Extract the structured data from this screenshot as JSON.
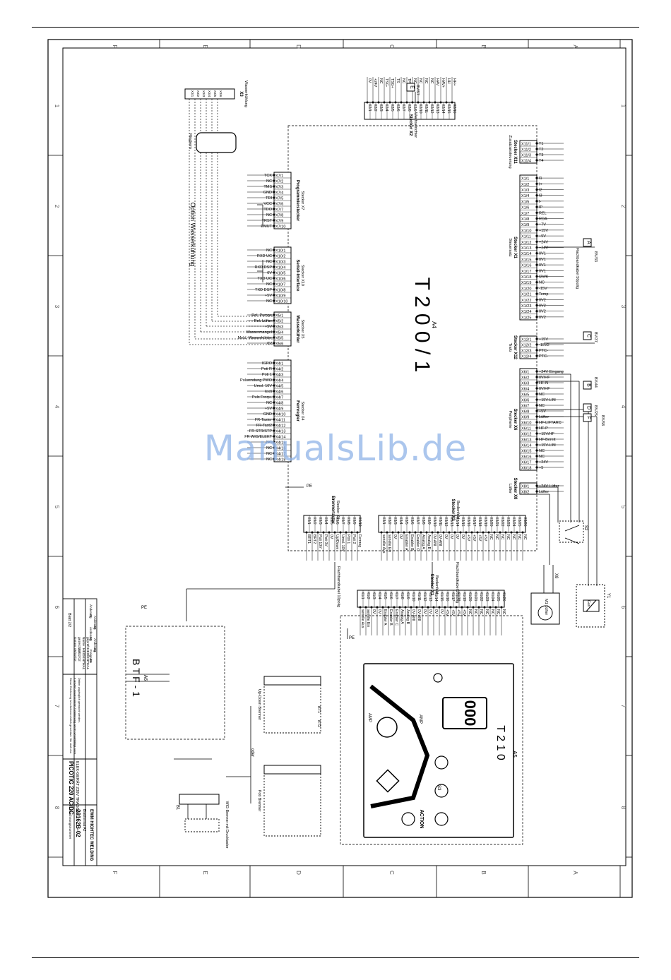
{
  "watermark": "ManualsLib.de",
  "border": {
    "letters": [
      "F",
      "E",
      "D",
      "C",
      "B",
      "A"
    ],
    "numbers": [
      "1",
      "2",
      "3",
      "4",
      "5",
      "6",
      "7",
      "8"
    ]
  },
  "units": {
    "a4": {
      "id": "A4",
      "name": "T 2 0 0 / 1"
    },
    "a5": {
      "id": "A5",
      "name": "T 2 1 0"
    },
    "a6": {
      "id": "A6",
      "name": "B T F - 1"
    }
  },
  "connectors": {
    "x1": {
      "title": "Stecker X1",
      "sub": "Steuersatz",
      "pins": [
        "X1/1",
        "X1/2",
        "X1/3",
        "X1/4",
        "X1/5",
        "X1/6",
        "X1/7",
        "X1/8",
        "X1/9",
        "X1/10",
        "X1/11",
        "X1/12",
        "X1/13",
        "X1/14",
        "X1/15",
        "X1/16",
        "X1/17",
        "X1/18",
        "X1/19",
        "X1/20",
        "X1/21",
        "X1/22",
        "X1/23",
        "X1/24",
        "X1/25"
      ],
      "signals": [
        "I1",
        "I+",
        "I2",
        "I3",
        "I-",
        "IP",
        "REL",
        "RDA",
        "+7V",
        "+15V",
        "+5V",
        "+24V",
        "+24V",
        "0V1",
        "0V1",
        "0V1",
        "0V1",
        "I2WK",
        "NC",
        "-15V",
        "Temp",
        "0V2",
        "0V2",
        "0V2",
        "0V2"
      ]
    },
    "x11": {
      "title": "Stecker X11",
      "sub": "Zusatzansteuerung",
      "pins": [
        "X11/1",
        "X11/2",
        "X11/3",
        "X11/4"
      ],
      "signals": [
        "T1",
        "T2",
        "T3",
        "T4"
      ]
    },
    "x12": {
      "title": "Stecker X12",
      "sub": "Trafo",
      "pins": [
        "X12/1",
        "X12/2",
        "X12/3",
        "X12/4"
      ],
      "signals": [
        "+15V",
        "-15V2",
        "PTC-",
        "PTC-"
      ]
    },
    "x6": {
      "title": "Stecker X6",
      "sub": "Peripherie",
      "pins": [
        "X6/1",
        "X6/2",
        "X6/3",
        "X6/4",
        "X6/5",
        "X6/6",
        "X6/7",
        "X6/8",
        "X6/9",
        "X6/10",
        "X6/11",
        "X6/12",
        "X6/13",
        "X6/14",
        "X6/15",
        "X6/16",
        "X6/17",
        "X6/18"
      ],
      "signals": [
        "+24V Eingang",
        "0V/HF",
        "HF-N",
        "0V/HF",
        "NC",
        "+15V-LIM",
        "NC",
        "+5V",
        "Lüfter",
        "HF-LIFTARC",
        "HF-P",
        "+15V/HF",
        "HF-Bereit",
        "+15V-LIM",
        "NC",
        "NC",
        "+24V",
        "+5"
      ]
    },
    "x8": {
      "title": "Stecker X8",
      "sub": "Lüfter",
      "pins": [
        "X8/1",
        "X8/2"
      ],
      "signals": [
        "+24V Lüfter",
        "Lüfter"
      ]
    },
    "x2": {
      "title": "Stecker X2",
      "sub": "Wechselrichter",
      "pins": [
        "X2/1",
        "X2/2",
        "X2/3",
        "X2/4",
        "X2/5",
        "X2/6",
        "X2/7",
        "X2/8",
        "X2/9",
        "X2/10",
        "X2/11",
        "X2/12",
        "X2/13",
        "X2/14",
        "X2/15",
        "X2/16"
      ],
      "signals": [
        "0V",
        "+24V",
        "NC",
        "TSG-",
        "TSG+",
        "TS",
        "NC",
        "TP",
        "NC",
        "NC",
        "NC",
        "NC",
        "HAV",
        "HAV+",
        "HH",
        "HH+"
      ]
    },
    "x7": {
      "title": "Programmierstecker",
      "sub": "Stecker X7",
      "pins": [
        "X7/1",
        "X7/2",
        "X7/3",
        "X7/4",
        "X7/5",
        "X7/6",
        "X7/7",
        "X7/8",
        "X7/9",
        "X7/10"
      ],
      "signals": [
        "TCK",
        "NC",
        "TMS",
        "GND",
        "TDI",
        "VCC",
        "TDO",
        "NC",
        "TRST",
        "EMUT"
      ]
    },
    "x10": {
      "title": "Seriell-Interface",
      "sub": "Stecker X10",
      "pins": [
        "X10/1",
        "X10/2",
        "X10/3",
        "X10/4",
        "X10/5",
        "X10/6",
        "X10/7",
        "X10/8",
        "X10/9",
        "X10/10"
      ],
      "signals": [
        "NC",
        "RXD UC",
        "NC",
        "RXD DSP",
        "0V",
        "TXD UC",
        "NC",
        "TXD DSP",
        "+5V",
        "NC"
      ]
    },
    "x5": {
      "title": "Wasserkühler",
      "sub": "Stecker X5",
      "pins": [
        "X5/1",
        "X5/2",
        "X5/3",
        "X5/4",
        "X5/5",
        "X5/6"
      ],
      "signals": [
        "Rel. Pumpe",
        "Rel. Lüfter",
        "+5V",
        "Wassermangel",
        "Meld. Wasserkühler",
        "0V"
      ]
    },
    "x4": {
      "title": "Fernregler",
      "sub": "Stecker X4",
      "pins": [
        "X4/1",
        "X4/2",
        "X4/3",
        "X4/4",
        "X4/5",
        "X4/6",
        "X4/7",
        "X4/8",
        "X4/9",
        "X4/10",
        "X4/11",
        "X4/12",
        "X4/13",
        "X4/14",
        "X4/15",
        "X4/16",
        "X4/17",
        "X4/18"
      ],
      "signals": [
        "IGRO",
        "Poti R",
        "Poti 1",
        "Polwendung PWO",
        "Umsl. 10V",
        "Iexti",
        "Puls Frequ.",
        "NC",
        "+5V",
        "GND",
        "FR-Taster",
        "FR-Tast2",
        "FR STR/STP",
        "FR WIG/ELEKT",
        "NC",
        "NC",
        "NC",
        "NC"
      ]
    },
    "x9": {
      "title": "Brennertaster",
      "sub": "Stecker X9",
      "pins": [
        "X9/1",
        "X9/2",
        "X9/3",
        "X9/4",
        "X9/5",
        "X9/6",
        "X9/7",
        "X9/8",
        "X9/9",
        "X9/10"
      ],
      "signals": [
        "BRT1",
        "BRT2",
        "Poti 10V",
        "Poti 0V",
        "0V",
        "Up/Down",
        "Umsl. 10V",
        "Poti 1",
        "Poti 2",
        "Fernreg"
      ]
    },
    "x3": {
      "title": "Stecker X3",
      "sub": "Bedienfeld",
      "pins": [
        "X3/1",
        "X3/2",
        "X3/3",
        "X3/4",
        "X3/5",
        "X3/6",
        "X3/7",
        "X3/8",
        "X3/9",
        "X3/10",
        "X3/11",
        "X3/12",
        "X3/13",
        "X3/14",
        "X3/15",
        "X3/16",
        "X3/17",
        "X3/18",
        "X3/19",
        "X3/20",
        "X3/21",
        "X3/22",
        "X3/23",
        "X3/24",
        "X3/25",
        "X3/26"
      ],
      "signals": [
        "serielle Aus",
        "serielle Ein",
        "0V",
        "0V",
        "Enabler A",
        "Enabler B",
        "Enabler C",
        "Analog A",
        "Analog B",
        "0V-ANI",
        "0V-ANI",
        "0V",
        "0V",
        "0V",
        "0V",
        "+5V",
        "+5V",
        "+5V",
        "+5V",
        "NC",
        "NC",
        "NC",
        "NC",
        "NC",
        "NC",
        "NC"
      ]
    },
    "x1b": {
      "title": "Stecker X1",
      "sub": "Bedienfeld",
      "pins": [
        "X1/1",
        "X1/2",
        "X1/3",
        "X1/4",
        "X1/5",
        "X1/6",
        "X1/7",
        "X1/8",
        "X1/9",
        "X1/10",
        "X1/11",
        "X1/12",
        "X1/13",
        "X1/14",
        "X1/15",
        "X1/16",
        "X1/17",
        "X1/18",
        "X1/19",
        "X1/20",
        "X1/21",
        "X1/22",
        "X1/23",
        "X1/24",
        "X1/25",
        "X1/26"
      ],
      "signals": [
        "serielle Aus",
        "serielle Ein",
        "0V",
        "0V",
        "Enabler A",
        "Enabler B",
        "Enabler C",
        "Analog A",
        "Analog B",
        "0V-ANI",
        "0V-ANI",
        "0V",
        "0V",
        "0V",
        "0V",
        "+5V",
        "+5V",
        "+5V",
        "+5V",
        "NC",
        "NC",
        "NC",
        "NC",
        "NC",
        "NC",
        "NC"
      ]
    },
    "x3top": {
      "title": "X3",
      "sub": "Wasserkühlung",
      "pins": [
        "X3/1",
        "X3/2",
        "X3/3",
        "X3/4",
        "X3/5",
        "X3/6"
      ],
      "signals": []
    }
  },
  "labels": {
    "option_water": "Option Wasserkühlung",
    "ringkern": "Ringkern",
    "flat_10": "Flachbandkabel 10polig",
    "flat_26": "Flachbandkabel 26polig",
    "flat_50": "Flachbandkabel 50polig",
    "pe": "PE",
    "or": "oder",
    "updown_torch": "Up-Down Brenner",
    "poti_torch": "Poti Brenner",
    "bt1": "BT1",
    "bt2": "BT2",
    "b1": "B1",
    "wig_torch": "WIG-Brenner mit Drucktaster",
    "fan": "M1 Lüfter",
    "y1": "Y1",
    "gas": "Gas",
    "x8b": "X8",
    "display": "000",
    "amp": "AMP",
    "action": "ACTION",
    "s2": "S2",
    "s3": "S3",
    "bv_e": "BV/57",
    "bv_a": "BV/33",
    "bv_c": "BV/37",
    "bv_b": "BV/44",
    "bv_d": "BV/25",
    "bv_f": "BV/58"
  },
  "refboxes": [
    "E",
    "A",
    "C",
    "B",
    "D",
    "F"
  ],
  "titleblock": {
    "sheet": "Blatt 2/2",
    "rows": [
      {
        "label": "Datum",
        "value": "05/02/02"
      },
      {
        "label": "gezeichnet",
        "value": "21/02/02"
      },
      {
        "label": "Name",
        "value": "HEIDENTHAL"
      },
      {
        "label": "geprüft",
        "value": "HEIDENTHAL"
      }
    ],
    "changes": [
      "Änderung",
      "Änderung",
      "Änderung",
      "Änderung",
      "Freigabe"
    ],
    "change_codes": [
      "01",
      "02",
      "03",
      "04",
      "05"
    ],
    "notice": "Diese Zeichnung ist urheberrechtlich geschützt. Sie darf ohne unsere ausdrückliche Zustimmung weder vervielfältigt noch Dritten zugänglich gemacht werden.",
    "product": "PICOTIG 220 AC/DC",
    "product_sub": "ELEK-GERÄT 230V TRAGBAR",
    "drawing_no_label": "Zeichnungsnummer",
    "drawing_no": "20162B-02",
    "paper": "Blattformat A2",
    "company": "EWM HIGHTEC WELDING"
  }
}
